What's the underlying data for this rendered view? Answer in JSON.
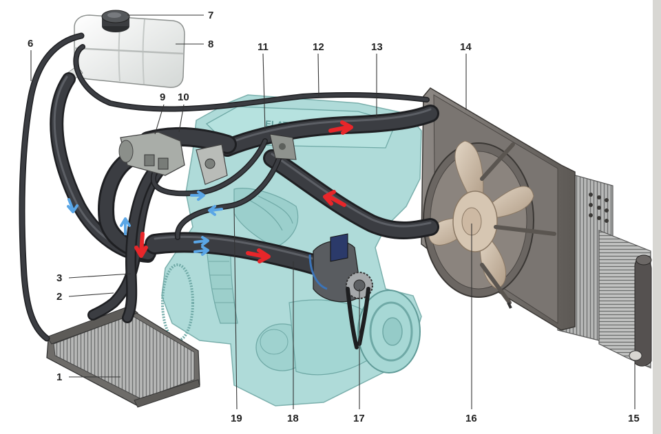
{
  "labels": [
    {
      "id": "1",
      "text": "1"
    },
    {
      "id": "2",
      "text": "2"
    },
    {
      "id": "3",
      "text": "3"
    },
    {
      "id": "6",
      "text": "6"
    },
    {
      "id": "7",
      "text": "7"
    },
    {
      "id": "8",
      "text": "8"
    },
    {
      "id": "9",
      "text": "9"
    },
    {
      "id": "10",
      "text": "10"
    },
    {
      "id": "11",
      "text": "11"
    },
    {
      "id": "12",
      "text": "12"
    },
    {
      "id": "13",
      "text": "13"
    },
    {
      "id": "14",
      "text": "14"
    },
    {
      "id": "15",
      "text": "15"
    },
    {
      "id": "16",
      "text": "16"
    },
    {
      "id": "17",
      "text": "17"
    },
    {
      "id": "18",
      "text": "18"
    },
    {
      "id": "19",
      "text": "19"
    }
  ],
  "engine_lettering": "ELATU",
  "colors": {
    "engine": "#a9d9d6",
    "engine_line": "#6fa9a6",
    "hose": "#2e3035",
    "hot_flow": "#e8262a",
    "cold_flow": "#5aa6e6",
    "tank": "#eceeec",
    "radiator": "#6f6a66",
    "fan": "#c9b9a6"
  }
}
